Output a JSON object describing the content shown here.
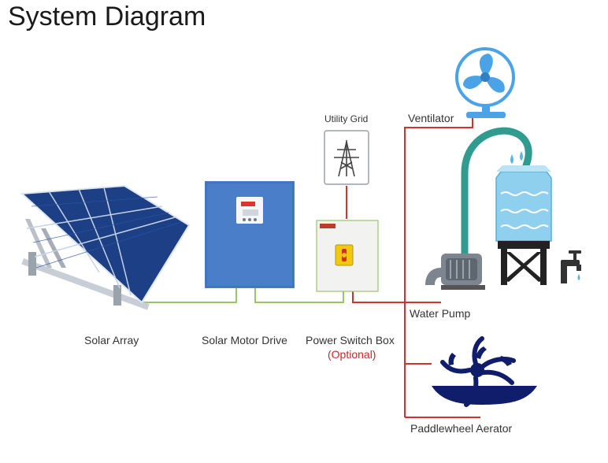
{
  "title": "System Diagram",
  "labels": {
    "solar_array": "Solar Array",
    "solar_motor_drive": "Solar Motor Drive",
    "power_switch_box": "Power Switch Box",
    "optional": "(Optional)",
    "utility_grid": "Utility Grid",
    "ventilator": "Ventilator",
    "water_pump": "Water Pump",
    "paddlewheel_aerator": "Paddlewheel Aerator"
  },
  "colors": {
    "wire_dc": "#9bc468",
    "wire_ac": "#d0342c",
    "drive_blue": "#4a7ec9",
    "tank_blue": "#8ed0ee",
    "pipe_teal": "#2f9c8f",
    "aerator_navy": "#0f1d6b",
    "optional_red": "#c62828"
  }
}
